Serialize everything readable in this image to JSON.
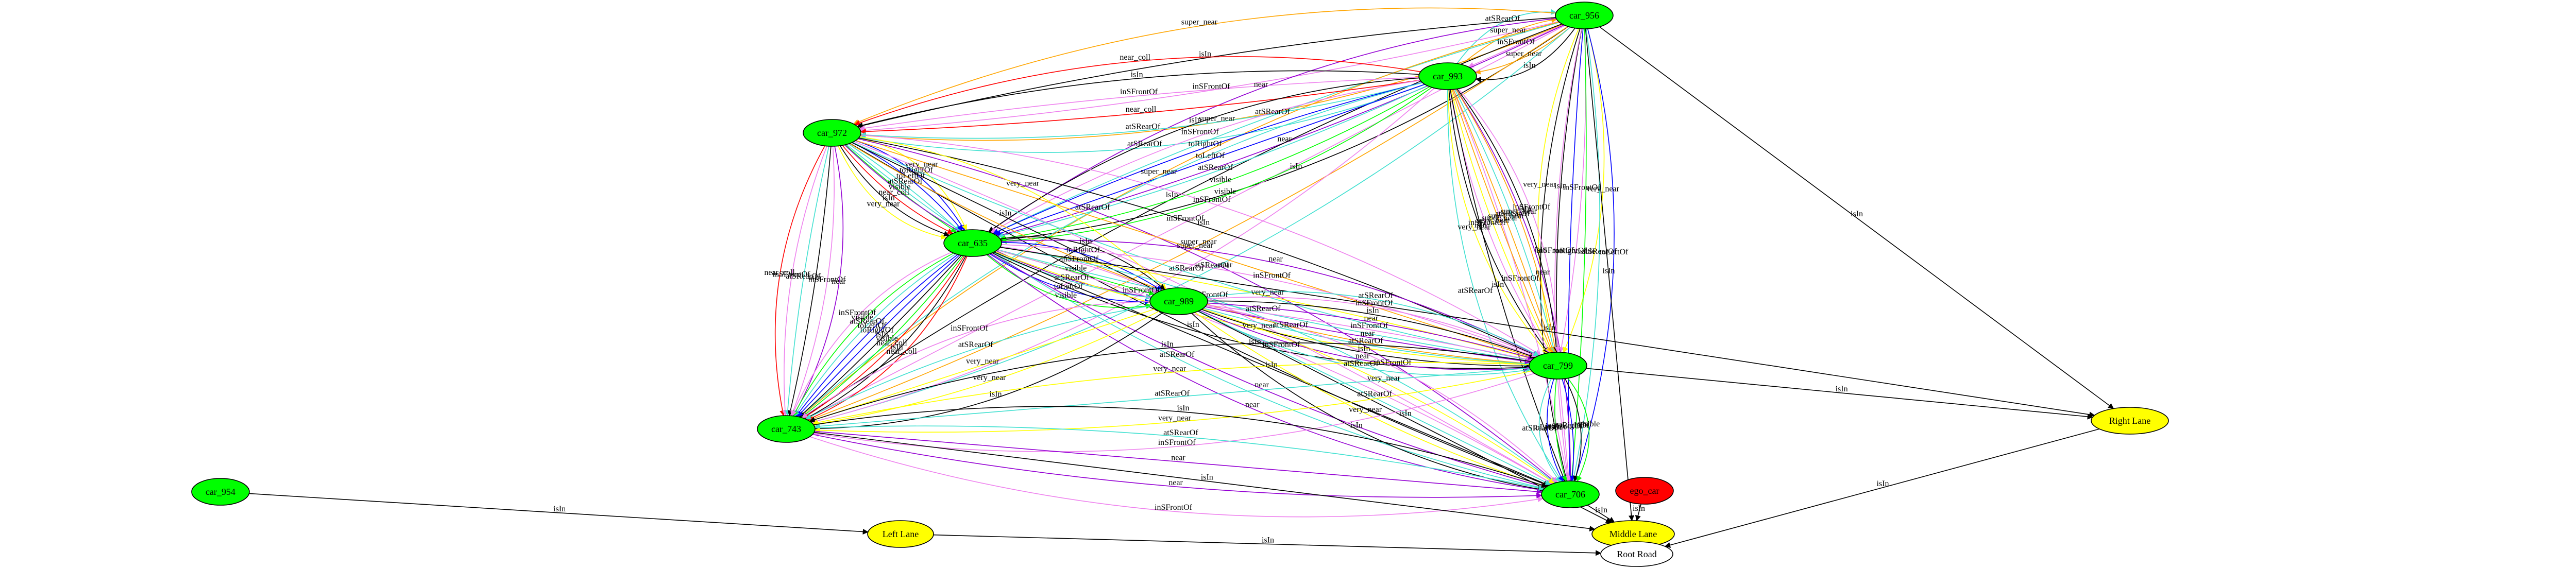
{
  "graph": {
    "nodes": [
      {
        "id": "car_956",
        "label": "car_956",
        "shape": "ellipse",
        "fill": "#00ff00"
      },
      {
        "id": "car_993",
        "label": "car_993",
        "shape": "ellipse",
        "fill": "#00ff00"
      },
      {
        "id": "car_972",
        "label": "car_972",
        "shape": "ellipse",
        "fill": "#00ff00"
      },
      {
        "id": "car_635",
        "label": "car_635",
        "shape": "ellipse",
        "fill": "#00ff00"
      },
      {
        "id": "car_989",
        "label": "car_989",
        "shape": "ellipse",
        "fill": "#00ff00"
      },
      {
        "id": "car_799",
        "label": "car_799",
        "shape": "ellipse",
        "fill": "#00ff00"
      },
      {
        "id": "car_743",
        "label": "car_743",
        "shape": "ellipse",
        "fill": "#00ff00"
      },
      {
        "id": "car_706",
        "label": "car_706",
        "shape": "ellipse",
        "fill": "#00ff00"
      },
      {
        "id": "car_954",
        "label": "car_954",
        "shape": "ellipse",
        "fill": "#00ff00"
      },
      {
        "id": "ego_car",
        "label": "ego_car",
        "shape": "ellipse",
        "fill": "#ff0000"
      },
      {
        "id": "right_lane",
        "label": "Right Lane",
        "shape": "ellipse",
        "fill": "#ffff00"
      },
      {
        "id": "middle_lane",
        "label": "Middle Lane",
        "shape": "ellipse",
        "fill": "#ffff00"
      },
      {
        "id": "left_lane",
        "label": "Left Lane",
        "shape": "ellipse",
        "fill": "#ffff00"
      },
      {
        "id": "root_road",
        "label": "Root Road",
        "shape": "ellipse",
        "fill": "#ffffff"
      }
    ],
    "edge_colors": {
      "isIn": "#000000",
      "atSRearOf": "#40e0d0",
      "inSFrontOf": "#ee82ee",
      "near": "#9400d3",
      "super_near": "#ffa500",
      "very_near": "#ffff00",
      "visible": "#00ff00",
      "toLeftOf": "#0000ff",
      "toRightOf": "#0000ff",
      "near_coll": "#ff0000"
    },
    "edges": [
      {
        "from": "car_956",
        "to": "car_993",
        "label": "isIn"
      },
      {
        "from": "car_956",
        "to": "car_993",
        "label": "super_near"
      },
      {
        "from": "car_956",
        "to": "car_993",
        "label": "inSFrontOf"
      },
      {
        "from": "car_993",
        "to": "car_956",
        "label": "super_near"
      },
      {
        "from": "car_993",
        "to": "car_956",
        "label": "atSRearOf"
      },
      {
        "from": "car_956",
        "to": "car_972",
        "label": "super_near"
      },
      {
        "from": "car_956",
        "to": "car_972",
        "label": "inSFrontOf"
      },
      {
        "from": "car_956",
        "to": "car_972",
        "label": "isIn"
      },
      {
        "from": "car_956",
        "to": "car_972",
        "label": "super_near"
      },
      {
        "from": "car_956",
        "to": "car_635",
        "label": "near"
      },
      {
        "from": "car_956",
        "to": "car_635",
        "label": "atSRearOf"
      },
      {
        "from": "car_956",
        "to": "car_635",
        "label": "near"
      },
      {
        "from": "car_956",
        "to": "car_635",
        "label": "isIn"
      },
      {
        "from": "car_956",
        "to": "car_743",
        "label": "super_near"
      },
      {
        "from": "car_956",
        "to": "car_743",
        "label": "isIn"
      },
      {
        "from": "car_956",
        "to": "car_743",
        "label": "inSFrontOf"
      },
      {
        "from": "car_956",
        "to": "car_743",
        "label": "super_near"
      },
      {
        "from": "car_956",
        "to": "car_743",
        "label": "atSRearOf"
      },
      {
        "from": "car_956",
        "to": "car_799",
        "label": "very_near"
      },
      {
        "from": "car_956",
        "to": "car_799",
        "label": "isIn"
      },
      {
        "from": "car_956",
        "to": "car_799",
        "label": "inSFrontOf"
      },
      {
        "from": "car_956",
        "to": "car_799",
        "label": "very_near"
      },
      {
        "from": "car_956",
        "to": "car_706",
        "label": "isIn"
      },
      {
        "from": "car_956",
        "to": "car_706",
        "label": "inSFrontOf"
      },
      {
        "from": "car_956",
        "to": "car_706",
        "label": "toRightOf"
      },
      {
        "from": "car_956",
        "to": "car_706",
        "label": "visible"
      },
      {
        "from": "car_956",
        "to": "car_706",
        "label": "atSRearOf"
      },
      {
        "from": "car_956",
        "to": "car_706",
        "label": "toLeftOf"
      },
      {
        "from": "car_956",
        "to": "right_lane",
        "label": "isIn"
      },
      {
        "from": "car_956",
        "to": "middle_lane",
        "label": "isIn"
      },
      {
        "from": "car_993",
        "to": "car_972",
        "label": "near_coll"
      },
      {
        "from": "car_993",
        "to": "car_972",
        "label": "isIn"
      },
      {
        "from": "car_993",
        "to": "car_972",
        "label": "inSFrontOf"
      },
      {
        "from": "car_993",
        "to": "car_972",
        "label": "near_coll"
      },
      {
        "from": "car_993",
        "to": "car_972",
        "label": "atSRearOf"
      },
      {
        "from": "car_993",
        "to": "car_972",
        "label": "atSRearOf"
      },
      {
        "from": "car_993",
        "to": "car_635",
        "label": "isIn"
      },
      {
        "from": "car_993",
        "to": "car_635",
        "label": "inSFrontOf"
      },
      {
        "from": "car_993",
        "to": "car_635",
        "label": "toRightOf"
      },
      {
        "from": "car_993",
        "to": "car_635",
        "label": "toLeftOf"
      },
      {
        "from": "car_993",
        "to": "car_635",
        "label": "atSRearOf"
      },
      {
        "from": "car_993",
        "to": "car_635",
        "label": "visible"
      },
      {
        "from": "car_993",
        "to": "car_635",
        "label": "visible"
      },
      {
        "from": "car_993",
        "to": "car_799",
        "label": "very_near"
      },
      {
        "from": "car_993",
        "to": "car_799",
        "label": "isIn"
      },
      {
        "from": "car_993",
        "to": "car_799",
        "label": "inSFrontOf"
      },
      {
        "from": "car_993",
        "to": "car_799",
        "label": "very_near"
      },
      {
        "from": "car_993",
        "to": "car_706",
        "label": "atSRearOf"
      },
      {
        "from": "car_993",
        "to": "car_706",
        "label": "isIn"
      },
      {
        "from": "car_993",
        "to": "car_706",
        "label": "inSFrontOf"
      },
      {
        "from": "car_993",
        "to": "car_706",
        "label": "near"
      },
      {
        "from": "car_993",
        "to": "car_799",
        "label": "super_near"
      },
      {
        "from": "car_993",
        "to": "car_799",
        "label": "super_near"
      },
      {
        "from": "car_993",
        "to": "car_799",
        "label": "atSRearOf"
      },
      {
        "from": "car_993",
        "to": "car_799",
        "label": "super_near"
      },
      {
        "from": "car_993",
        "to": "car_799",
        "label": "isIn"
      },
      {
        "from": "car_993",
        "to": "car_799",
        "label": "inSFrontOf"
      },
      {
        "from": "car_993",
        "to": "car_743",
        "label": "atSRearOf"
      },
      {
        "from": "car_993",
        "to": "car_743",
        "label": "inSFrontOf"
      },
      {
        "from": "car_972",
        "to": "car_635",
        "label": "very_near"
      },
      {
        "from": "car_972",
        "to": "car_635",
        "label": "isIn"
      },
      {
        "from": "car_972",
        "to": "car_635",
        "label": "near_coll"
      },
      {
        "from": "car_972",
        "to": "car_635",
        "label": "visible"
      },
      {
        "from": "car_972",
        "to": "car_635",
        "label": "atSRearOf"
      },
      {
        "from": "car_972",
        "to": "car_635",
        "label": "toLeftOf"
      },
      {
        "from": "car_972",
        "to": "car_635",
        "label": "toRightOf"
      },
      {
        "from": "car_972",
        "to": "car_635",
        "label": "very_near"
      },
      {
        "from": "car_972",
        "to": "car_743",
        "label": "near_coll"
      },
      {
        "from": "car_972",
        "to": "car_743",
        "label": "inSFrontOf"
      },
      {
        "from": "car_972",
        "to": "car_743",
        "label": "atSRearOf"
      },
      {
        "from": "car_972",
        "to": "car_743",
        "label": "isIn"
      },
      {
        "from": "car_972",
        "to": "car_743",
        "label": "inSFrontOf"
      },
      {
        "from": "car_972",
        "to": "car_743",
        "label": "near"
      },
      {
        "from": "car_972",
        "to": "car_706",
        "label": "atSRearOf"
      },
      {
        "from": "car_972",
        "to": "car_706",
        "label": "isIn"
      },
      {
        "from": "car_972",
        "to": "car_706",
        "label": "inSFrontOf"
      },
      {
        "from": "car_972",
        "to": "car_706",
        "label": "near"
      },
      {
        "from": "car_972",
        "to": "car_799",
        "label": "super_near"
      },
      {
        "from": "car_972",
        "to": "car_799",
        "label": "atSRearOf"
      },
      {
        "from": "car_972",
        "to": "car_799",
        "label": "super_near"
      },
      {
        "from": "car_972",
        "to": "car_799",
        "label": "isIn"
      },
      {
        "from": "car_972",
        "to": "car_799",
        "label": "inSFrontOf"
      },
      {
        "from": "car_972",
        "to": "car_989",
        "label": "very_near"
      },
      {
        "from": "car_972",
        "to": "car_989",
        "label": "isIn"
      },
      {
        "from": "car_972",
        "to": "car_989",
        "label": "near"
      },
      {
        "from": "car_635",
        "to": "car_989",
        "label": "isIn"
      },
      {
        "from": "car_635",
        "to": "car_989",
        "label": "toRightOf"
      },
      {
        "from": "car_635",
        "to": "car_989",
        "label": "inSFrontOf"
      },
      {
        "from": "car_635",
        "to": "car_989",
        "label": "visible"
      },
      {
        "from": "car_635",
        "to": "car_989",
        "label": "atSRearOf"
      },
      {
        "from": "car_635",
        "to": "car_989",
        "label": "toLeftOf"
      },
      {
        "from": "car_635",
        "to": "car_989",
        "label": "visible"
      },
      {
        "from": "car_635",
        "to": "car_743",
        "label": "near_coll"
      },
      {
        "from": "car_635",
        "to": "car_743",
        "label": "isIn"
      },
      {
        "from": "car_635",
        "to": "car_743",
        "label": "near_coll"
      },
      {
        "from": "car_635",
        "to": "car_743",
        "label": "visible"
      },
      {
        "from": "car_635",
        "to": "car_743",
        "label": "isIn"
      },
      {
        "from": "car_635",
        "to": "car_743",
        "label": "toRightOf"
      },
      {
        "from": "car_635",
        "to": "car_743",
        "label": "toLeftOf"
      },
      {
        "from": "car_635",
        "to": "car_743",
        "label": "atSRearOf"
      },
      {
        "from": "car_635",
        "to": "car_743",
        "label": "visible"
      },
      {
        "from": "car_635",
        "to": "car_743",
        "label": "inSFrontOf"
      },
      {
        "from": "car_635",
        "to": "car_799",
        "label": "near"
      },
      {
        "from": "car_635",
        "to": "car_799",
        "label": "inSFrontOf"
      },
      {
        "from": "car_635",
        "to": "car_799",
        "label": "very_near"
      },
      {
        "from": "car_635",
        "to": "car_799",
        "label": "atSRearOf"
      },
      {
        "from": "car_635",
        "to": "car_799",
        "label": "very_near"
      },
      {
        "from": "car_635",
        "to": "car_799",
        "label": "isIn"
      },
      {
        "from": "car_635",
        "to": "car_706",
        "label": "atSRearOf"
      },
      {
        "from": "car_635",
        "to": "car_706",
        "label": "inSFrontOf"
      },
      {
        "from": "car_635",
        "to": "car_706",
        "label": "isIn"
      },
      {
        "from": "car_635",
        "to": "car_706",
        "label": "near"
      },
      {
        "from": "car_635",
        "to": "car_706",
        "label": "near"
      },
      {
        "from": "car_635",
        "to": "right_lane",
        "label": "isIn"
      },
      {
        "from": "car_989",
        "to": "car_799",
        "label": "atSRearOf"
      },
      {
        "from": "car_989",
        "to": "car_799",
        "label": "near"
      },
      {
        "from": "car_989",
        "to": "car_799",
        "label": "isIn"
      },
      {
        "from": "car_989",
        "to": "car_799",
        "label": "atSRearOf"
      },
      {
        "from": "car_989",
        "to": "car_799",
        "label": "near"
      },
      {
        "from": "car_989",
        "to": "car_799",
        "label": "inSFrontOf"
      },
      {
        "from": "car_989",
        "to": "car_799",
        "label": "near"
      },
      {
        "from": "car_989",
        "to": "car_799",
        "label": "isIn"
      },
      {
        "from": "car_989",
        "to": "car_799",
        "label": "inSFrontOf"
      },
      {
        "from": "car_989",
        "to": "car_799",
        "label": "atSRearOf"
      },
      {
        "from": "car_989",
        "to": "car_743",
        "label": "inSFrontOf"
      },
      {
        "from": "car_989",
        "to": "car_743",
        "label": "atSRearOf"
      },
      {
        "from": "car_989",
        "to": "car_743",
        "label": "very_near"
      },
      {
        "from": "car_989",
        "to": "car_743",
        "label": "very_near"
      },
      {
        "from": "car_989",
        "to": "car_743",
        "label": "isIn"
      },
      {
        "from": "car_989",
        "to": "car_706",
        "label": "isIn"
      },
      {
        "from": "car_989",
        "to": "car_706",
        "label": "very_near"
      },
      {
        "from": "car_989",
        "to": "car_706",
        "label": "atSRearOf"
      },
      {
        "from": "car_989",
        "to": "car_706",
        "label": "very_near"
      },
      {
        "from": "car_989",
        "to": "car_706",
        "label": "inSFrontOf"
      },
      {
        "from": "car_989",
        "to": "middle_lane",
        "label": "isIn"
      },
      {
        "from": "car_799",
        "to": "car_743",
        "label": "isIn"
      },
      {
        "from": "car_799",
        "to": "car_743",
        "label": "very_near"
      },
      {
        "from": "car_799",
        "to": "car_743",
        "label": "atSRearOf"
      },
      {
        "from": "car_799",
        "to": "car_743",
        "label": "very_near"
      },
      {
        "from": "car_799",
        "to": "car_743",
        "label": "inSFrontOf"
      },
      {
        "from": "car_799",
        "to": "car_706",
        "label": "atSRearOf"
      },
      {
        "from": "car_799",
        "to": "car_706",
        "label": "toLeftOf"
      },
      {
        "from": "car_799",
        "to": "car_706",
        "label": "visible"
      },
      {
        "from": "car_799",
        "to": "car_706",
        "label": "inSFrontOf"
      },
      {
        "from": "car_799",
        "to": "car_706",
        "label": "toRightOf"
      },
      {
        "from": "car_799",
        "to": "car_706",
        "label": "isIn"
      },
      {
        "from": "car_799",
        "to": "car_706",
        "label": "visible"
      },
      {
        "from": "car_799",
        "to": "right_lane",
        "label": "isIn"
      },
      {
        "from": "car_743",
        "to": "car_706",
        "label": "inSFrontOf"
      },
      {
        "from": "car_743",
        "to": "car_706",
        "label": "near"
      },
      {
        "from": "car_743",
        "to": "car_706",
        "label": "near"
      },
      {
        "from": "car_743",
        "to": "car_706",
        "label": "atSRearOf"
      },
      {
        "from": "car_743",
        "to": "car_706",
        "label": "isIn"
      },
      {
        "from": "car_743",
        "to": "middle_lane",
        "label": "isIn"
      },
      {
        "from": "car_706",
        "to": "middle_lane",
        "label": "isIn"
      },
      {
        "from": "ego_car",
        "to": "middle_lane",
        "label": "isIn"
      },
      {
        "from": "car_954",
        "to": "left_lane",
        "label": "isIn"
      },
      {
        "from": "right_lane",
        "to": "root_road",
        "label": "isIn"
      },
      {
        "from": "middle_lane",
        "to": "root_road",
        "label": "isIn"
      },
      {
        "from": "left_lane",
        "to": "root_road",
        "label": "isIn"
      }
    ]
  }
}
